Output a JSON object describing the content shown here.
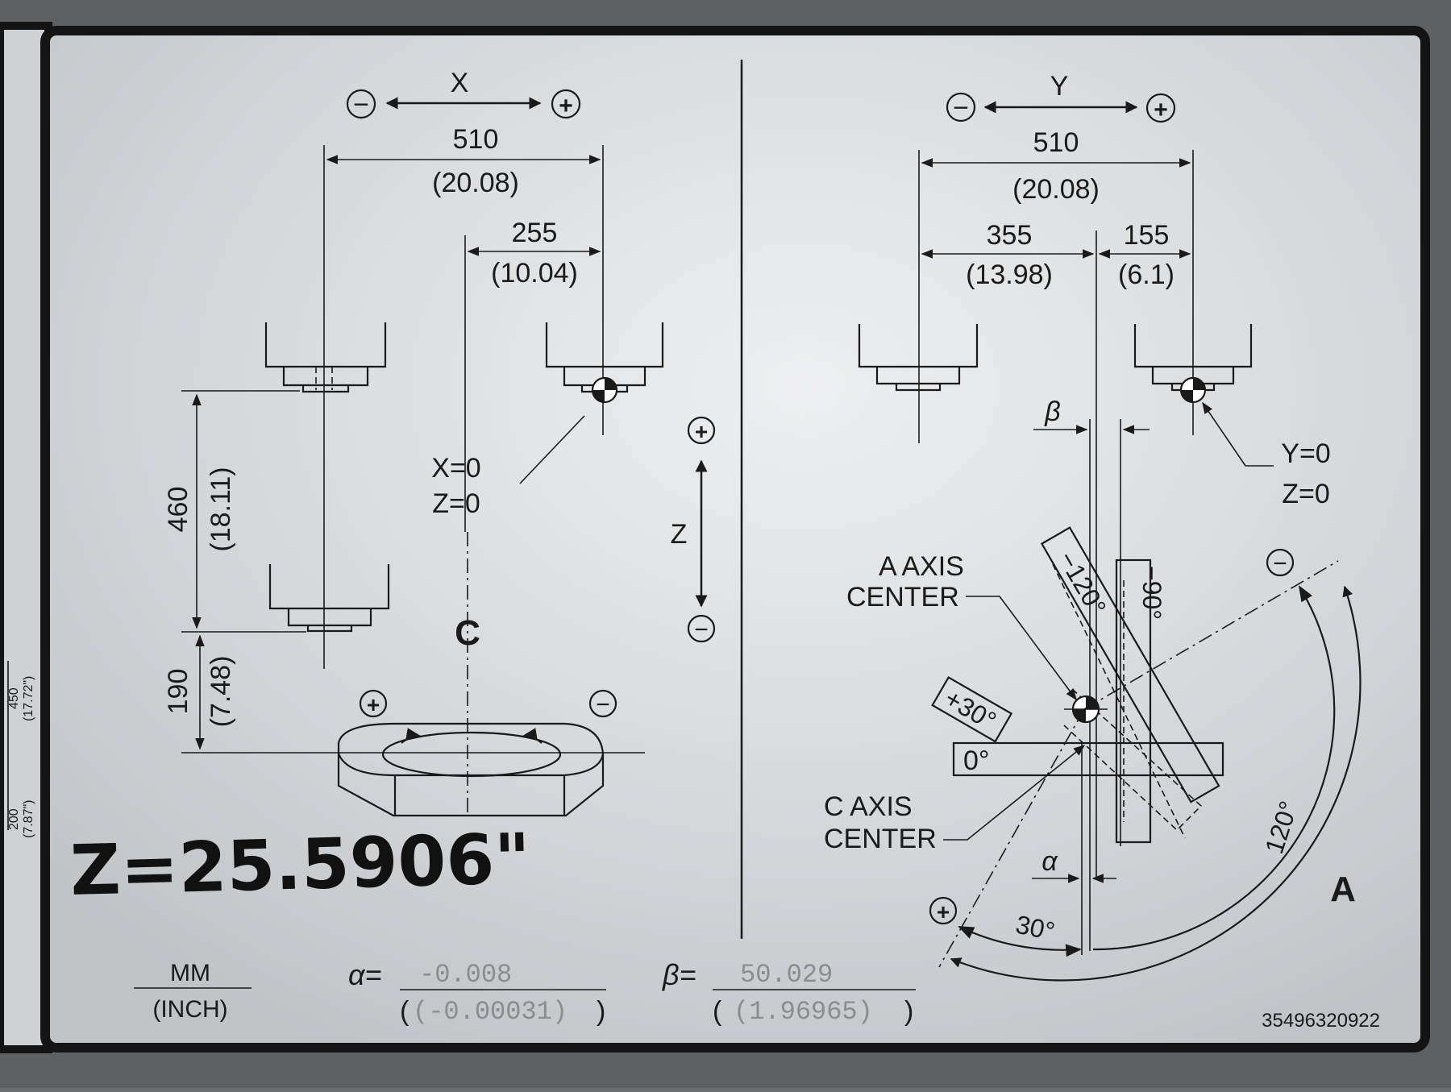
{
  "plate": {
    "x_axis": {
      "label": "X",
      "minus": "−",
      "plus": "+",
      "travel_mm": "510",
      "travel_in": "(20.08)",
      "half_mm": "255",
      "half_in": "(10.04)",
      "zero_x": "X=0",
      "zero_z": "Z=0"
    },
    "z_axis": {
      "label": "Z",
      "plus": "+",
      "minus": "−",
      "upper_mm": "460",
      "upper_in": "(18.11)",
      "lower_mm": "190",
      "lower_in": "(7.48)"
    },
    "c_axis": {
      "label": "C",
      "plus": "+",
      "minus": "−"
    },
    "y_axis": {
      "label": "Y",
      "minus": "−",
      "plus": "+",
      "travel_mm": "510",
      "travel_in": "(20.08)",
      "left_mm": "355",
      "left_in": "(13.98)",
      "right_mm": "155",
      "right_in": "(6.1)",
      "zero_y": "Y=0",
      "zero_z": "Z=0"
    },
    "a_axis": {
      "label": "A",
      "center_line1": "A AXIS",
      "center_line2": "CENTER",
      "c_center_line1": "C AXIS",
      "c_center_line2": "CENTER",
      "beta_sym": "β",
      "alpha_sym": "α",
      "angle_plus30": "+30°",
      "angle_0": "0°",
      "angle_minus120": "−120°",
      "angle_minus90": "−90°",
      "angle_120": "120°",
      "angle_30": "30°",
      "minus": "−",
      "plus": "+"
    },
    "units": {
      "mm": "MM",
      "inch": "(INCH)"
    },
    "alpha": {
      "label": "α=",
      "mm": "-0.008",
      "inch": "(-0.00031)"
    },
    "beta": {
      "label": "β=",
      "mm": "50.029",
      "inch": "(1.96965)"
    },
    "handwritten_note": "Z=25.5906\"",
    "serial": "35496320922",
    "edge_left_marks": [
      "450",
      "(17.72\")",
      "200",
      "(7.87\")"
    ]
  },
  "colors": {
    "plate": "#d9dcde",
    "ink": "#1a1a1a",
    "frame": "#141414",
    "stamp": "#8c8c8c"
  }
}
